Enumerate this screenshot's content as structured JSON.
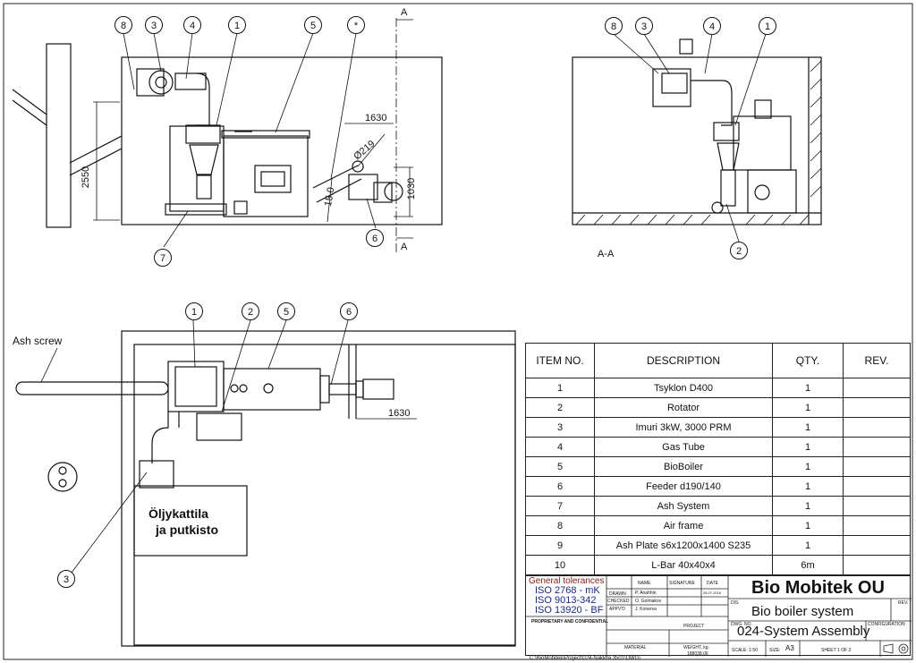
{
  "views": {
    "section_label": "A-A",
    "cut_marker": "A",
    "ash_screw_label": "Ash screw",
    "oil_boiler_label_line1": "Öljykattila",
    "oil_boiler_label_line2": "ja putkisto"
  },
  "dimensions": {
    "side_width": "1630",
    "side_height": "2550",
    "feeder_height": "1030",
    "pipe_diameter": "Ø219",
    "feeder_offset": "15.0",
    "top_width": "1630"
  },
  "balloons": {
    "side": [
      "8",
      "3",
      "4",
      "1",
      "5",
      "*",
      "7",
      "6"
    ],
    "section": [
      "8",
      "3",
      "4",
      "1",
      "2"
    ],
    "top": [
      "1",
      "2",
      "5",
      "6",
      "3"
    ]
  },
  "bom": {
    "headers": [
      "ITEM NO.",
      "DESCRIPTION",
      "QTY.",
      "REV."
    ],
    "rows": [
      {
        "item": "1",
        "description": "Tsyklon D400",
        "qty": "1",
        "rev": ""
      },
      {
        "item": "2",
        "description": "Rotator",
        "qty": "1",
        "rev": ""
      },
      {
        "item": "3",
        "description": "Imuri 3kW, 3000 PRM",
        "qty": "1",
        "rev": ""
      },
      {
        "item": "4",
        "description": "Gas Tube",
        "qty": "1",
        "rev": ""
      },
      {
        "item": "5",
        "description": "BioBoiler",
        "qty": "1",
        "rev": ""
      },
      {
        "item": "6",
        "description": "Feeder d190/140",
        "qty": "1",
        "rev": ""
      },
      {
        "item": "7",
        "description": "Ash System",
        "qty": "1",
        "rev": ""
      },
      {
        "item": "8",
        "description": "Air frame",
        "qty": "1",
        "rev": ""
      },
      {
        "item": "9",
        "description": "Ash Plate s6x1200x1400 S235",
        "qty": "1",
        "rev": ""
      },
      {
        "item": "10",
        "description": "L-Bar 40x40x4",
        "qty": "6m",
        "rev": ""
      }
    ]
  },
  "title_block": {
    "tolerances_title": "General tolerances",
    "tol1": "ISO 2768 - mK",
    "tol2": "ISO 9013-342",
    "tol3": "ISO 13920 - BF",
    "col_name": "NAME",
    "col_signature": "SIGNATURE",
    "col_date": "DATE",
    "drawn_label": "DRAWN",
    "drawn_name": "P. Anahhin",
    "drawn_date": "28.07.2016",
    "checked_label": "CHECKED",
    "checked_name": "O. Golmakov",
    "approved_label": "APPV'D",
    "approved_name": "J. Konerva",
    "company": "Bio Mobitek OU",
    "dis_label": "DIS.",
    "title": "Bio boiler system",
    "rev_label": "REV.",
    "proprietary": "PROPRIETARY AND CONFIDENTIAL",
    "project_label": "PROJECT",
    "dwg_label": "DWG. NO.",
    "dwg_no": "024-System Assembly",
    "configuration_label": "CONFIGURATION",
    "material_label": "MATERIAL",
    "weight_label": "WEIGHT, kg:",
    "weight_value": "188038.06",
    "scale": "SCALE: 1:50",
    "size_label": "SIZE:",
    "size_value": "A3",
    "sheet": "SHEET 1 OF 2"
  },
  "file_path": "C:\\BioMobitek\\Project\\024-Nakkila 3501\\DWG\\"
}
